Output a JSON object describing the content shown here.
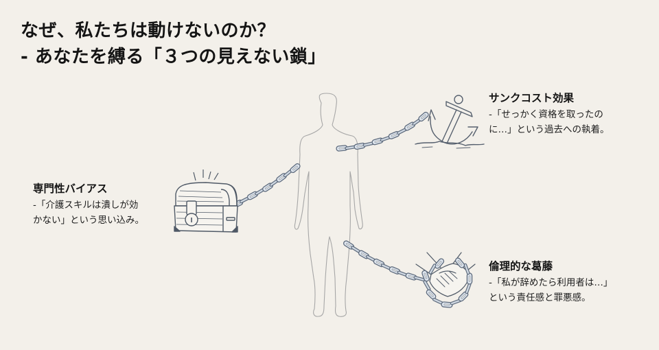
{
  "title": {
    "line1": "なぜ、私たちは動けないのか？",
    "line2": "- あなたを縛る「３つの見えない鎖」"
  },
  "chains": [
    {
      "id": "sunk-cost",
      "heading": "サンクコスト効果",
      "body_line1": "-「せっかく資格を取ったの",
      "body_line2": "に…」という過去への執着。",
      "icon": "anchor-icon"
    },
    {
      "id": "expertise-bias",
      "heading": "専門性バイアス",
      "body_line1": "-「介護スキルは潰しが効",
      "body_line2": "かない」という思い込み。",
      "icon": "treasure-chest-icon"
    },
    {
      "id": "ethical-conflict",
      "heading": "倫理的な葛藤",
      "body_line1": "-「私が辞めたら利用者は…」",
      "body_line2": "という責任感と罪悪感。",
      "icon": "chained-handshake-icon"
    }
  ],
  "colors": {
    "background": "#f3f0ea",
    "text": "#161616",
    "line_art": "#5a6473",
    "chain": "#6f7e92",
    "figure": "#a9a9a9"
  }
}
